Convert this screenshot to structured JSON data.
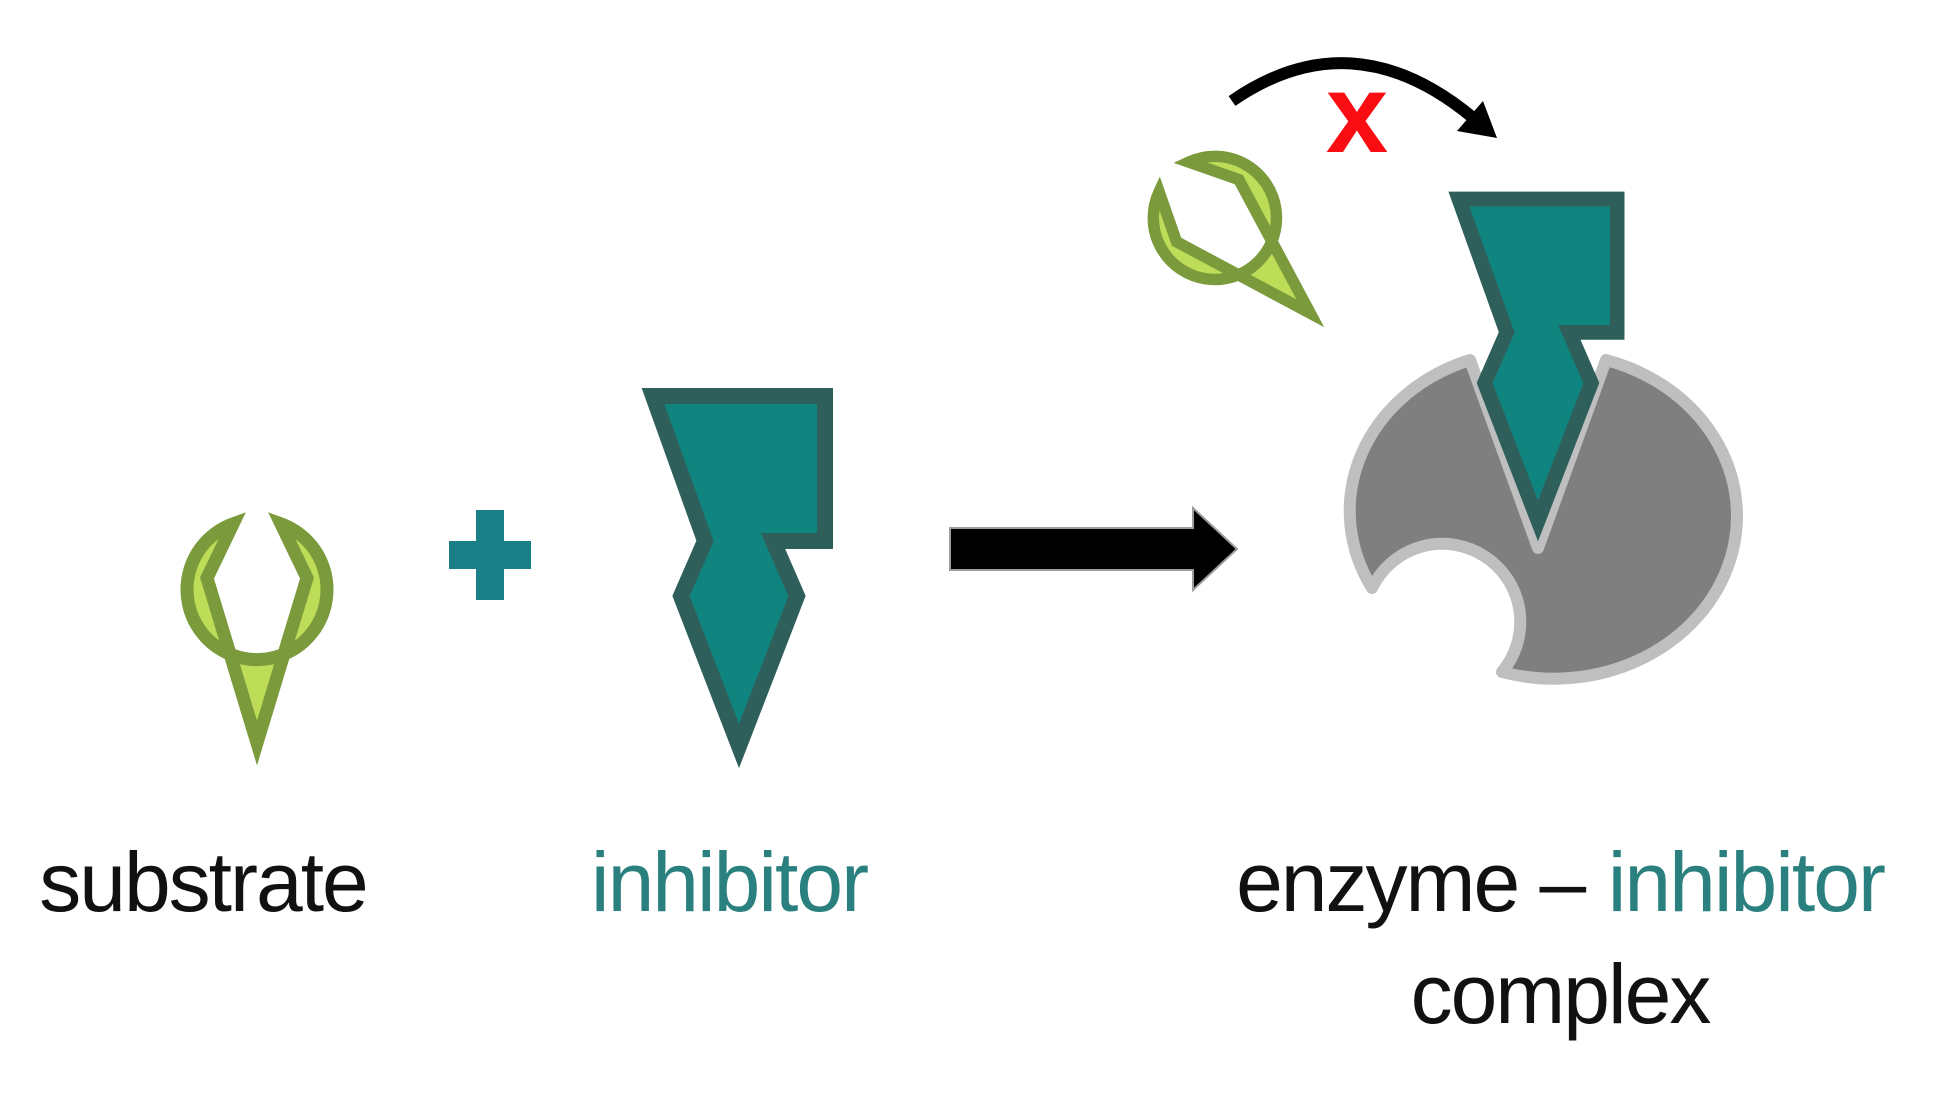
{
  "diagram": {
    "description_visible_text_only": true,
    "labels": {
      "substrate": "substrate",
      "inhibitor": "inhibitor",
      "plus": "+",
      "product_part1": "enzyme –",
      "product_part2": "inhibitor",
      "product_line2": "complex",
      "blocked_x": "x"
    },
    "icons": {
      "plus-icon": "+",
      "reaction-arrow-icon": "→ (solid black block arrow, left to right)",
      "curved-arrow-icon": "⤵ (black arc arrow showing substrate bouncing off enzyme)",
      "blocked-x-marker": "x (red, binding blocked)",
      "substrate-shape": "green pin: round head with pointed tail, pointing down",
      "inhibitor-shape": "teal pin: square head with pointed tail, pointing down",
      "blocked-substrate-shape": "green pin rotated 45°, pointing down-right toward enzyme",
      "enzyme-shape": "gray circle with V notch (active site) on top and round bite notch at lower left",
      "bound-inhibitor-shape": "teal pin seated in the enzyme active-site notch"
    },
    "colors": {
      "background": "#ffffff",
      "substrate_fill": "#bddc58",
      "substrate_stroke": "#7a9a3c",
      "inhibitor_fill": "#108580",
      "inhibitor_stroke": "#2f5f5b",
      "plus_sign": "#1b7f87",
      "reaction_arrow": "#000000",
      "curved_arrow": "#000000",
      "blocked_x": "#f90d12",
      "enzyme_fill": "#7f7f7f",
      "enzyme_stroke": "#bfbfbf",
      "label_black": "#111111",
      "label_teal": "#2a7f7f"
    }
  }
}
